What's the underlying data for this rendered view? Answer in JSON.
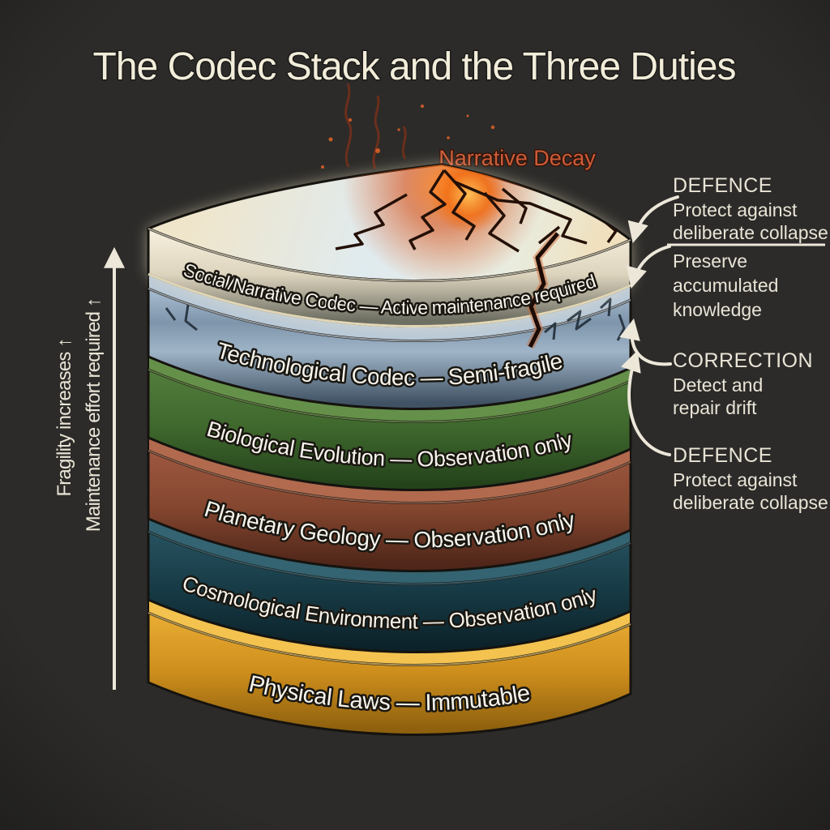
{
  "title": "The Codec Stack and the Three Duties",
  "decay_label": "Narrative Decay",
  "fragility_axis": {
    "line1": "Fragility increases ↑",
    "line2": "Maintenance effort required ↑"
  },
  "layers": [
    {
      "id": "social-narrative-codec",
      "name": "Social/Narrative Codec",
      "qualifier": "Active maintenance required",
      "colors": {
        "top": "#f8f1de",
        "mid": "#ddd4be",
        "bottom": "#6e6f63",
        "rim": "#fff8e0",
        "bottom_rim": "#f7ecc9",
        "face_warm": "#f0e5cc",
        "face_cool": "#dfeaee"
      }
    },
    {
      "id": "technological-codec",
      "name": "Technological Codec",
      "qualifier": "Semi-fragile",
      "colors": {
        "top": "#a9bdd0",
        "mid": "#7e95ab",
        "sheen": "#9fb4c7",
        "bottom": "#405264",
        "sliver": "#b9c9d8",
        "rim": "#d5e2ee"
      }
    },
    {
      "id": "biological-evolution",
      "name": "Biological Evolution",
      "qualifier": "Observation only",
      "colors": {
        "top": "#527d3d",
        "mid": "#3f682d",
        "bottom": "#24431b",
        "sliver": "#659049",
        "rim": "#83ab5f"
      }
    },
    {
      "id": "planetary-geology",
      "name": "Planetary Geology",
      "qualifier": "Observation only",
      "colors": {
        "top": "#9e5840",
        "mid": "#84462f",
        "bottom": "#4f2619",
        "sliver": "#b16a4e",
        "rim": "#c48668"
      }
    },
    {
      "id": "cosmological-environment",
      "name": "Cosmological Environment",
      "qualifier": "Observation only",
      "colors": {
        "top": "#27525f",
        "mid": "#173b46",
        "bottom": "#0c222a",
        "sliver": "#346371",
        "rim": "#4b7c8c"
      }
    },
    {
      "id": "physical-laws",
      "name": "Physical Laws",
      "qualifier": "Immutable",
      "colors": {
        "top": "#e9ad34",
        "mid": "#cf8f1d",
        "bottom": "#8f610e",
        "sliver": "#f3c24f",
        "rim": "#ffd97a"
      }
    }
  ],
  "label_separator": " — ",
  "annotations": [
    {
      "id": "defence-top",
      "heading": "DEFENCE",
      "lines": [
        "Protect against",
        "deliberate collapse"
      ]
    },
    {
      "id": "preserve",
      "heading": "",
      "lines": [
        "Preserve",
        "accumulated",
        "knowledge"
      ]
    },
    {
      "id": "correction",
      "heading": "CORRECTION",
      "lines": [
        "Detect and",
        "repair drift"
      ]
    },
    {
      "id": "defence-bottom",
      "heading": "DEFENCE",
      "lines": [
        "Protect against",
        "deliberate collapse"
      ]
    }
  ],
  "colors": {
    "background": "#2c2b29",
    "title": "#f2edda",
    "decay": "#cc5c38",
    "text": "#e9e4d6",
    "accent": "#ece7d9",
    "fire": "#d0622c",
    "outline": "#15130f"
  }
}
